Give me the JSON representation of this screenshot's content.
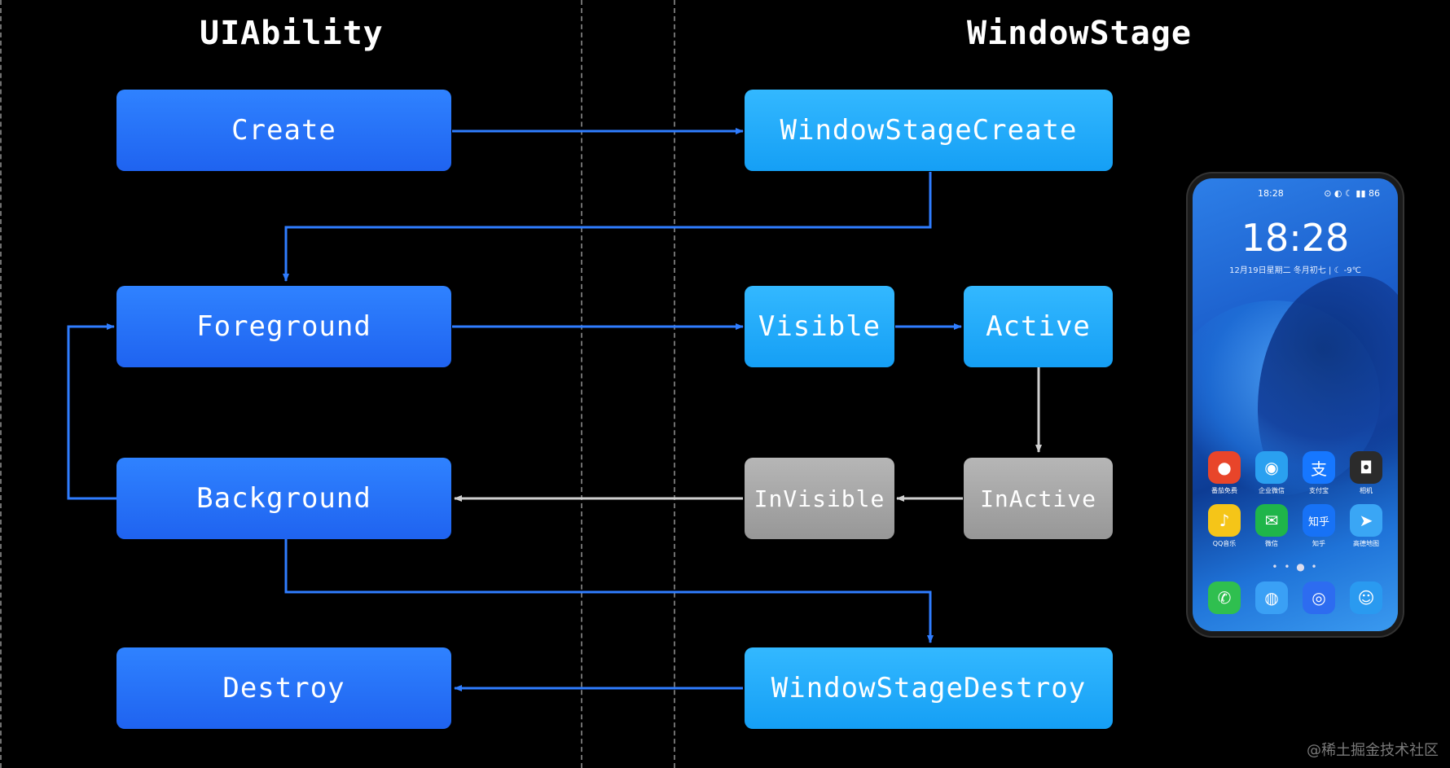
{
  "titles": {
    "left": "UIAbility",
    "right": "WindowStage"
  },
  "boxes": {
    "create": "Create",
    "foreground": "Foreground",
    "background": "Background",
    "destroy": "Destroy",
    "ws_create": "WindowStageCreate",
    "visible": "Visible",
    "active": "Active",
    "invisible": "InVisible",
    "inactive": "InActive",
    "ws_destroy": "WindowStageDestroy"
  },
  "colors": {
    "ui_blue": "#2670f8",
    "ws_cyan": "#1aa8fa",
    "inactive_gray": "#a6a6a6",
    "arrow_blue": "#2f7dff",
    "arrow_gray": "#cfcfcf"
  },
  "phone": {
    "status_time": "18:28",
    "status_icons": "⊙ ◐ ☾ ▮▮ 86",
    "clock": "18:28",
    "date": "12月19日星期二 冬月初七 | ☾ -9℃",
    "apps_row1": [
      {
        "icon": "tomato-icon",
        "glyph": "●",
        "color": "#e8452a",
        "label": "番茄免费"
      },
      {
        "icon": "wecom-icon",
        "glyph": "◉",
        "color": "#2aa0f0",
        "label": "企业微信"
      },
      {
        "icon": "alipay-icon",
        "glyph": "支",
        "color": "#1677ff",
        "label": "支付宝"
      },
      {
        "icon": "camera-icon",
        "glyph": "◘",
        "color": "#2b2b2b",
        "label": "相机"
      }
    ],
    "apps_row2": [
      {
        "icon": "qqmusic-icon",
        "glyph": "♪",
        "color": "#f5c518",
        "label": "QQ音乐"
      },
      {
        "icon": "wechat-icon",
        "glyph": "✉",
        "color": "#1fb54a",
        "label": "微信"
      },
      {
        "icon": "zhihu-icon",
        "glyph": "知乎",
        "color": "#1772f6",
        "label": "知乎"
      },
      {
        "icon": "amap-icon",
        "glyph": "➤",
        "color": "#3aa6f5",
        "label": "高德地图"
      }
    ],
    "dock": [
      {
        "icon": "phone-call-icon",
        "glyph": "✆",
        "color": "#2fbf4f"
      },
      {
        "icon": "messages-icon",
        "glyph": "◍",
        "color": "#3aa0f5"
      },
      {
        "icon": "browser-icon",
        "glyph": "◎",
        "color": "#2d6cf0"
      },
      {
        "icon": "contacts-icon",
        "glyph": "☺",
        "color": "#2a9af0"
      }
    ],
    "page_dots": "• • ● •"
  },
  "watermark": "@稀土掘金技术社区"
}
